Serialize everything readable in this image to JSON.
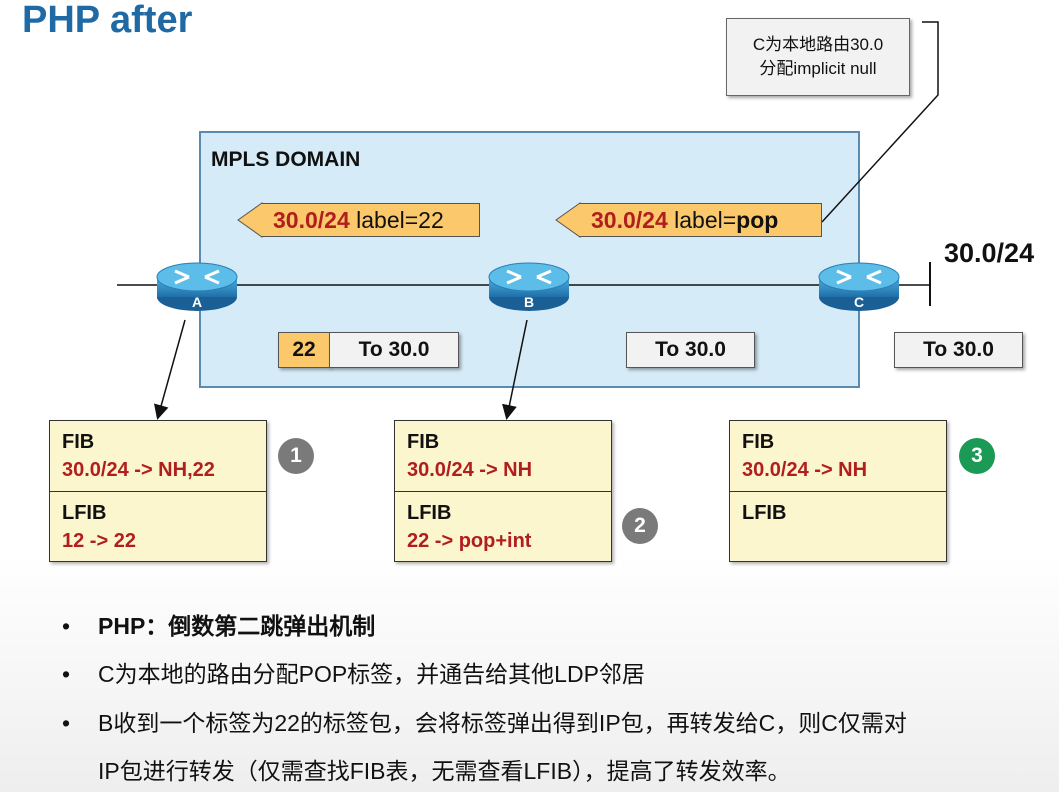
{
  "title": "PHP after",
  "callout": {
    "line1": "C为本地路由30.0",
    "line2": "分配implicit null"
  },
  "domain_label": "MPLS DOMAIN",
  "advert_left": {
    "prefix": "30.0/24",
    "text": " label=22"
  },
  "advert_right": {
    "prefix": "30.0/24",
    "text": " label=",
    "label": "pop"
  },
  "prefix": "30.0/24",
  "routers": [
    {
      "name": "A"
    },
    {
      "name": "B"
    },
    {
      "name": "C"
    }
  ],
  "packets": {
    "a": {
      "label": "22",
      "payload": "To 30.0"
    },
    "b": {
      "payload": "To 30.0"
    },
    "c": {
      "payload": "To 30.0"
    }
  },
  "tables": [
    {
      "fib_title": "FIB",
      "fib_entry": "30.0/24 -> NH,22",
      "lfib_title": "LFIB",
      "lfib_entry": "12 -> 22",
      "step": "1"
    },
    {
      "fib_title": "FIB",
      "fib_entry": "30.0/24 -> NH",
      "lfib_title": "LFIB",
      "lfib_entry": "22 -> pop+int",
      "step": "2"
    },
    {
      "fib_title": "FIB",
      "fib_entry": "30.0/24 -> NH",
      "lfib_title": "LFIB",
      "lfib_entry": "",
      "step": "3"
    }
  ],
  "colors": {
    "step1": "#7a7a7a",
    "step2": "#7a7a7a",
    "step3": "#1a9a55",
    "accent": "#fbc96b",
    "title": "#1f6aa5"
  },
  "bullets": [
    {
      "bold": "PHP：倒数第二跳弹出机制"
    },
    {
      "text": "C为本地的路由分配POP标签，并通告给其他LDP邻居"
    },
    {
      "text": "B收到一个标签为22的标签包，会将标签弹出得到IP包，再转发给C，则C仅需对"
    },
    {
      "text": "IP包进行转发（仅需查找FIB表，无需查看LFIB），提高了转发效率。"
    }
  ]
}
